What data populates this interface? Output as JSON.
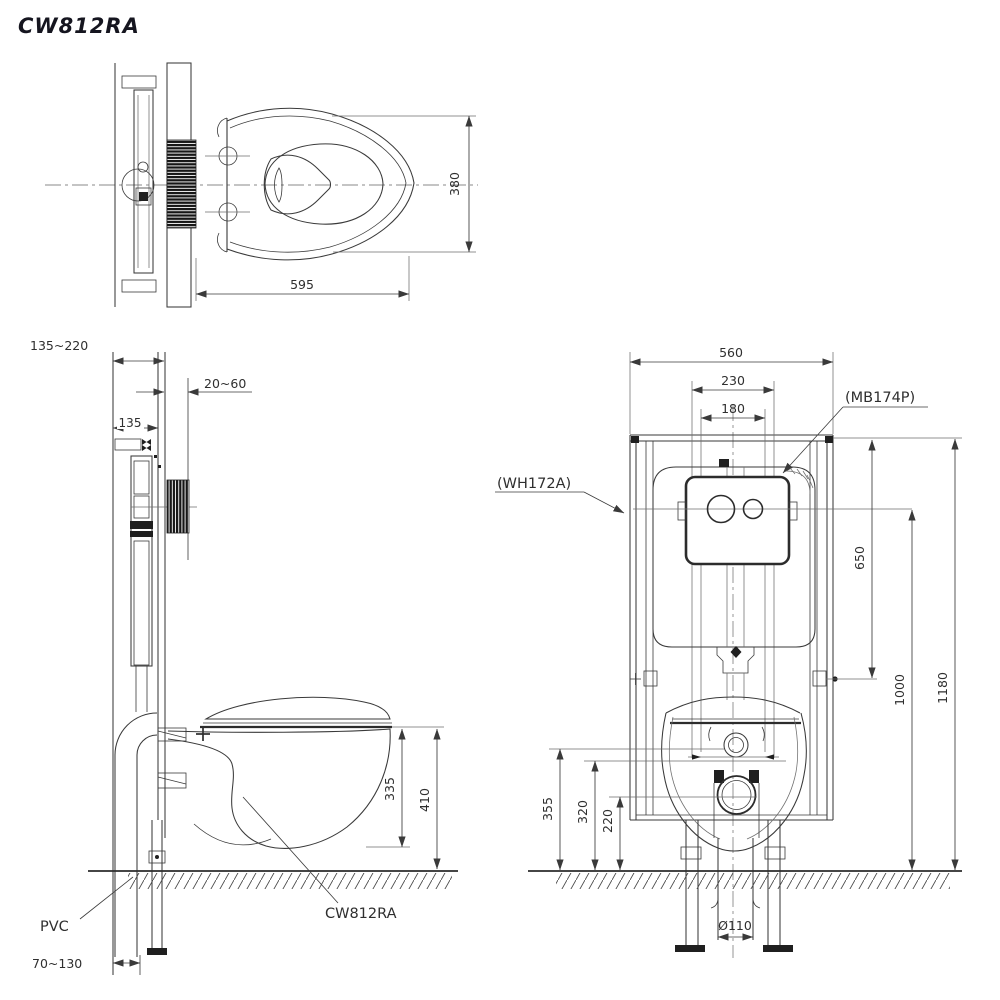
{
  "title": "CW812RA",
  "colors": {
    "line": "#3a3a3a",
    "light_line": "#6e6e6e",
    "text": "#2f2f2f",
    "title": "#15151f",
    "background": "#ffffff"
  },
  "top_view": {
    "dim_width": "595",
    "dim_depth": "380"
  },
  "side_view": {
    "dim_wall_range": "135~220",
    "dim_finish_range": "20~60",
    "dim_frame_depth": "135",
    "dim_335": "335",
    "dim_410": "410",
    "dim_floor_range": "70~130",
    "label_pvc": "PVC",
    "label_model": "CW812RA"
  },
  "front_view": {
    "dim_width": "560",
    "dim_230": "230",
    "dim_180": "180",
    "dim_650": "650",
    "dim_1000": "1000",
    "dim_1180": "1180",
    "dim_355": "355",
    "dim_320": "320",
    "dim_220": "220",
    "dim_drain": "Ø110",
    "label_tank": "(WH172A)",
    "label_plate": "(MB174P)"
  }
}
